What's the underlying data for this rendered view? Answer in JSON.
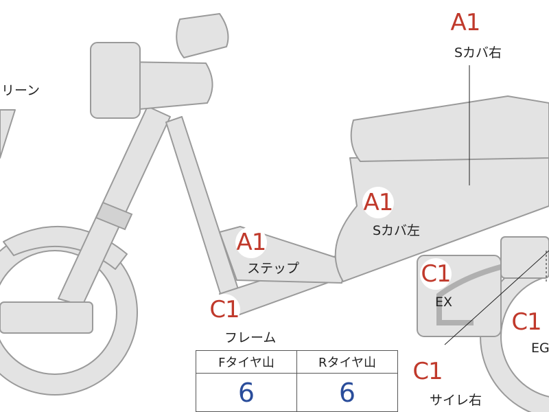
{
  "annotations": [
    {
      "id": "s-cover-right",
      "grade": "A1",
      "label": "Sカバ右"
    },
    {
      "id": "s-cover-left",
      "grade": "A1",
      "label": "Sカバ左"
    },
    {
      "id": "step",
      "grade": "A1",
      "label": "ステップ"
    },
    {
      "id": "frame",
      "grade": "C1",
      "label": "フレーム"
    },
    {
      "id": "ex",
      "grade": "C1",
      "label": "EX"
    },
    {
      "id": "eg",
      "grade": "C1",
      "label": "EG"
    },
    {
      "id": "muffler-right",
      "grade": "C1",
      "label": "サイレ右"
    }
  ],
  "partial_label": "リーン",
  "tire_table": {
    "headers": [
      "Fタイヤ山",
      "Rタイヤ山"
    ],
    "values": [
      "6",
      "6"
    ]
  },
  "colors": {
    "grade": "#c0392b",
    "tire_value": "#2a4d9b",
    "part_fill": "#e3e3e3",
    "part_stroke": "#9a9a9a"
  }
}
